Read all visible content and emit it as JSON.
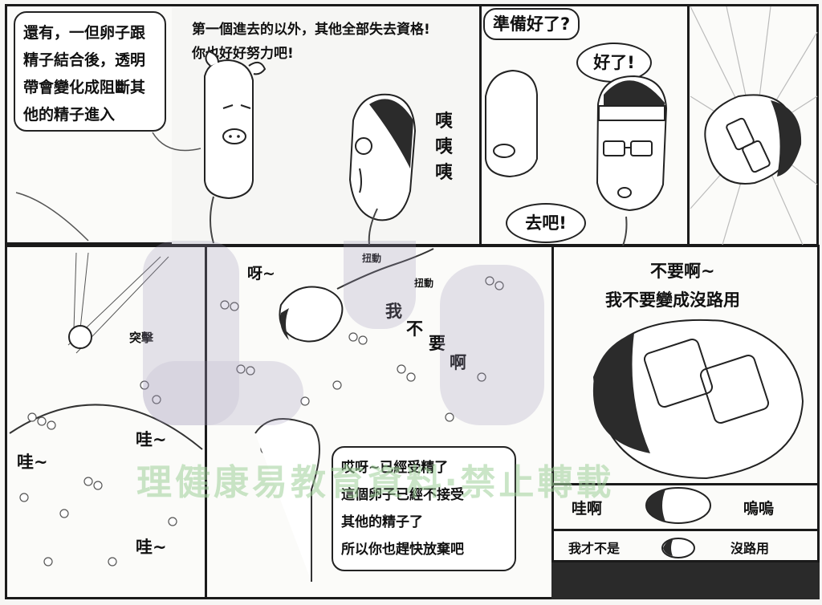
{
  "panel1": {
    "narration_lines": [
      "還有，一但卵子跟",
      "精子結合後，透明",
      "帶會變化成阻斷其",
      "他的精子進入"
    ]
  },
  "panel2": {
    "speech_lines": [
      "第一個進去的以外，其他全部失去資格!",
      "你也好好努力吧!"
    ],
    "sound_chars": [
      "咦",
      "咦",
      "咦"
    ]
  },
  "panel3": {
    "question": "準備好了?",
    "answer": "好了!",
    "go": "去吧!"
  },
  "panel5": {
    "sfx_attack": "突擊",
    "wa_left": "哇~",
    "wa_right_top": "哇~",
    "wa_right_bottom": "哇~"
  },
  "panel6": {
    "ya": "呀~",
    "twist1": "扭動",
    "twist2": "扭動",
    "dont_chars": [
      "我",
      "不",
      "要",
      "啊"
    ],
    "narration_lines": [
      "哎呀~已經受精了",
      "這個卵子已經不接受",
      "其他的精子了",
      "所以你也趕快放棄吧"
    ]
  },
  "panel7": {
    "scream_line1": "不要啊~",
    "scream_line2": "我不要變成沒路用"
  },
  "panel8": {
    "wa_a": "哇啊",
    "wu_wu": "嗚嗚"
  },
  "panel9": {
    "left_text": "我才不是",
    "right_text": "沒路用"
  },
  "watermark": {
    "text": "理健康易教育資料‧禁止轉載"
  }
}
